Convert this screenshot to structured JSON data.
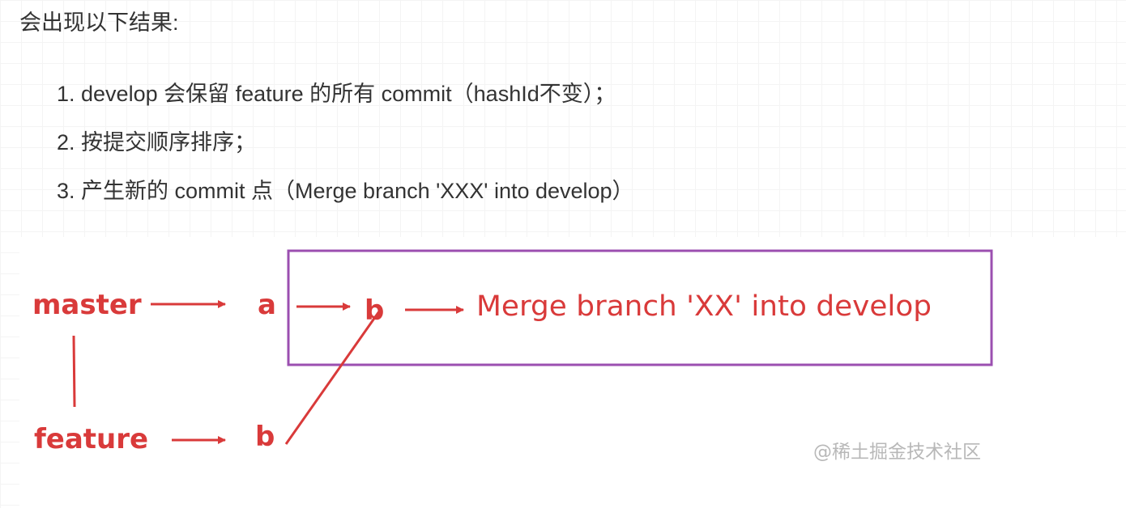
{
  "intro_text": "会出现以下结果:",
  "steps": [
    "1. develop 会保留 feature 的所有 commit（hashId不变）；",
    "2. 按提交顺序排序；",
    "3. 产生新的 commit 点（Merge branch 'XXX' into develop）"
  ],
  "diagram": {
    "master_label": "master",
    "feature_label": "feature",
    "master_commit_a": "a",
    "master_commit_b": "b",
    "feature_commit_b": "b",
    "merge_label": "Merge branch 'XX' into develop",
    "watermark": "@稀土掘金技术社区",
    "colors": {
      "red": "#d93a3a",
      "box": "#9b4fb0",
      "watermark": "#b8b8b8"
    }
  }
}
